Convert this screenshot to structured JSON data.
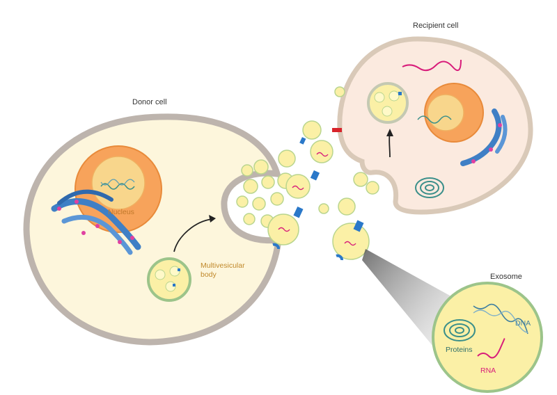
{
  "labels": {
    "donor_cell": "Donor cell",
    "recipient_cell": "Recipient cell",
    "exosome": "Exosome",
    "nucleus": "Nucleus",
    "multivesicular_line1": "Multivesicular",
    "multivesicular_line2": "body",
    "proteins": "Proteins",
    "dna": "DNA",
    "rna": "RNA"
  },
  "colors": {
    "membrane": "#bdb4ad",
    "cytoplasm_donor": "#fdf6dc",
    "cytoplasm_recipient": "#fbeadf",
    "nucleus_outer": "#f7a35b",
    "nucleus_inner": "#f8d68c",
    "vesicle_fill": "#fbf0a6",
    "vesicle_edge": "#9cc48a",
    "golgi": "#3f7fc5",
    "receptor": "#2a78c9",
    "rna": "#d81c7a",
    "protein": "#3a8f8a",
    "arrow": "#222222"
  }
}
